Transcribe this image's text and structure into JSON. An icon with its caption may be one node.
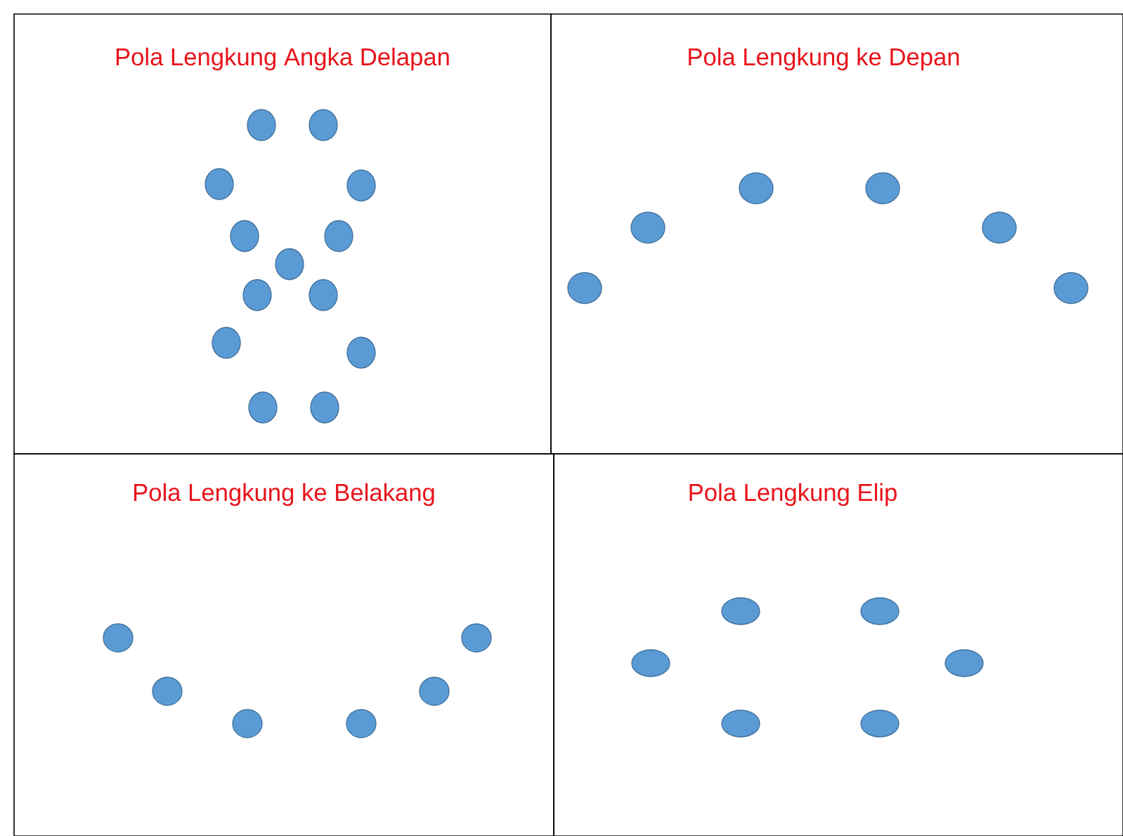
{
  "diagram": {
    "nodes": [
      {
        "text": [
          "Pola Lengkung Angka Delapan"
        ]
      },
      {
        "text": [],
        "shape": "circle",
        "in": 0
      },
      {
        "text": [],
        "shape": "circle",
        "in": 0
      },
      {
        "text": [],
        "shape": "circle",
        "in": 0
      },
      {
        "text": [],
        "shape": "circle",
        "in": 0
      },
      {
        "text": [],
        "shape": "circle",
        "in": 0
      },
      {
        "text": [],
        "shape": "circle",
        "in": 0
      },
      {
        "text": [],
        "shape": "circle",
        "in": 0
      },
      {
        "text": [],
        "shape": "circle",
        "in": 0
      },
      {
        "text": [],
        "shape": "circle",
        "in": 0
      },
      {
        "text": [],
        "shape": "circle",
        "in": 0
      },
      {
        "text": [],
        "shape": "circle",
        "in": 0
      },
      {
        "text": [],
        "shape": "circle",
        "in": 0
      },
      {
        "text": [],
        "shape": "circle",
        "in": 0
      },
      {
        "text": [
          "Pola Lengkung ke Depan"
        ]
      },
      {
        "text": [],
        "shape": "circle",
        "in": 14
      },
      {
        "text": [],
        "shape": "circle",
        "in": 14
      },
      {
        "text": [],
        "shape": "circle",
        "in": 14
      },
      {
        "text": [],
        "shape": "circle",
        "in": 14
      },
      {
        "text": [],
        "shape": "circle",
        "in": 14
      },
      {
        "text": [],
        "shape": "circle",
        "in": 14
      },
      {
        "text": [
          "Pola Lengkung ke Belakang"
        ]
      },
      {
        "text": [],
        "shape": "circle",
        "in": 21
      },
      {
        "text": [],
        "shape": "circle",
        "in": 21
      },
      {
        "text": [],
        "shape": "circle",
        "in": 21
      },
      {
        "text": [],
        "shape": "circle",
        "in": 21
      },
      {
        "text": [],
        "shape": "circle",
        "in": 21
      },
      {
        "text": [],
        "shape": "circle",
        "in": 21
      },
      {
        "text": [
          "Pola Lengkung Elip"
        ]
      },
      {
        "text": [],
        "shape": "circle",
        "in": 28
      },
      {
        "text": [],
        "shape": "circle",
        "in": 28
      },
      {
        "text": [],
        "shape": "circle",
        "in": 28
      },
      {
        "text": [],
        "shape": "circle",
        "in": 28
      },
      {
        "text": [],
        "shape": "circle",
        "in": 28
      },
      {
        "text": [],
        "shape": "circle",
        "in": 28
      }
    ]
  }
}
